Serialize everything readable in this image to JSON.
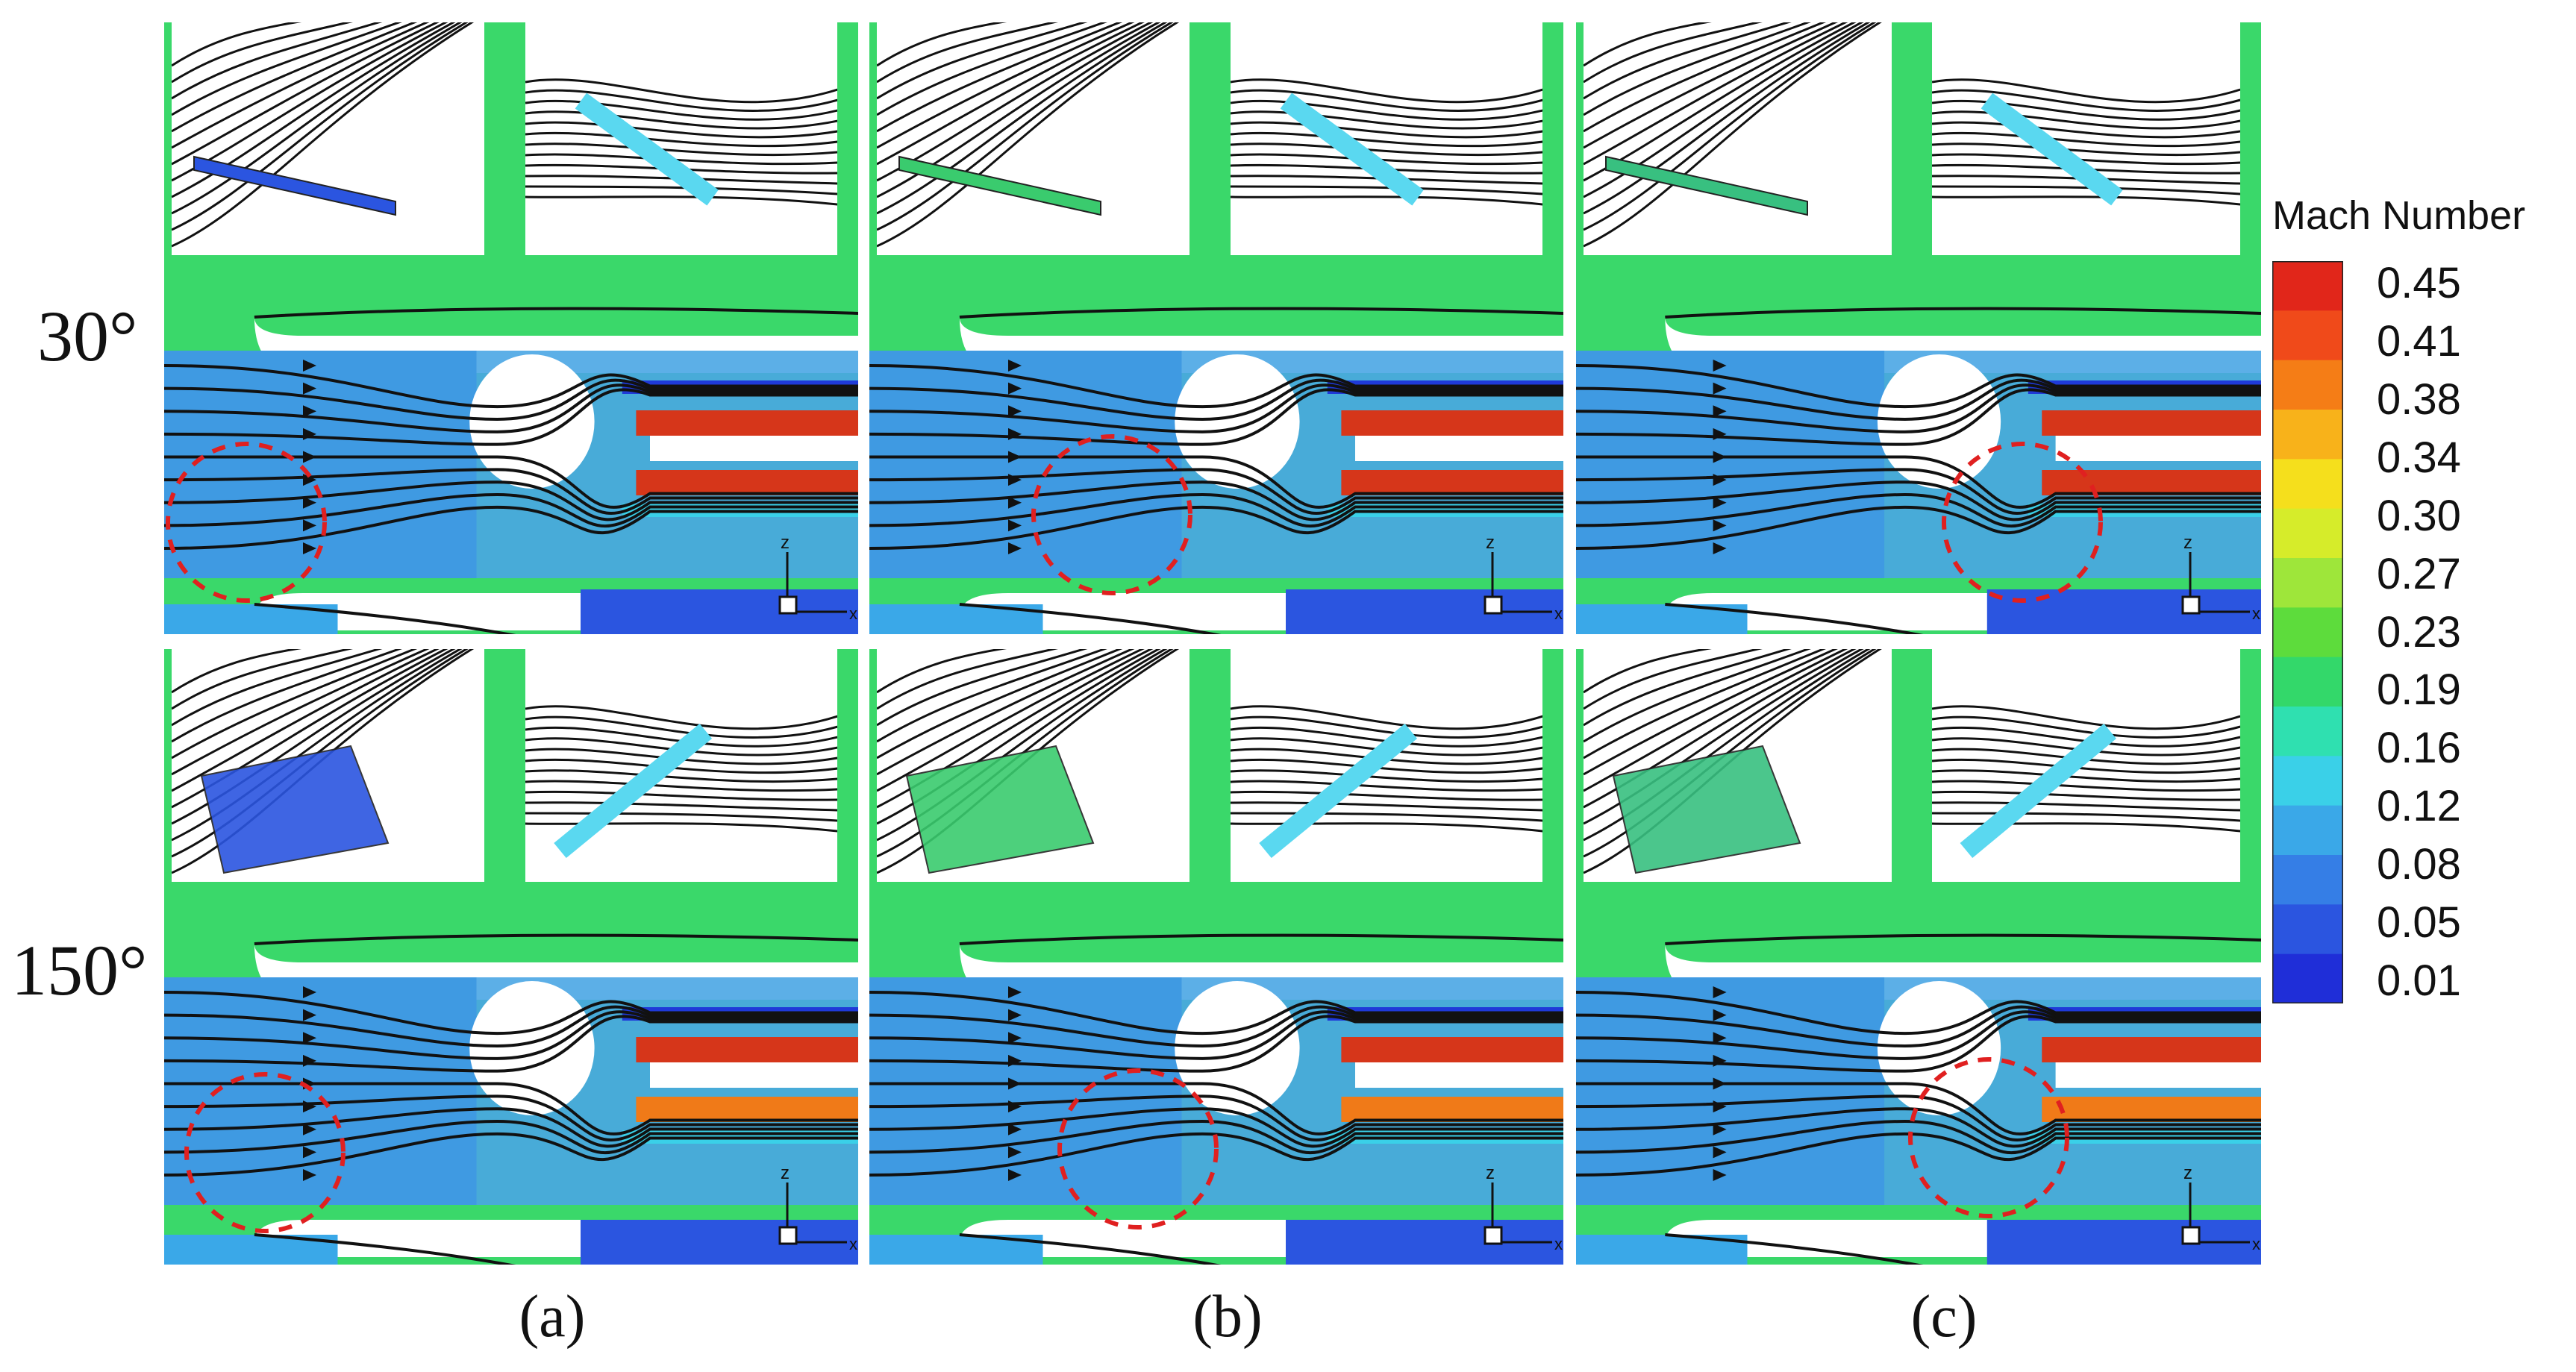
{
  "row_labels": [
    "30°",
    "150°"
  ],
  "col_labels": [
    "(a)",
    "(b)",
    "(c)"
  ],
  "legend": {
    "title": "Mach Number",
    "ticks": [
      "0.45",
      "0.41",
      "0.38",
      "0.34",
      "0.30",
      "0.27",
      "0.23",
      "0.19",
      "0.16",
      "0.12",
      "0.08",
      "0.05",
      "0.01"
    ],
    "colors": [
      "#e1261a",
      "#f04a1a",
      "#f57d16",
      "#f8b21a",
      "#f5df1c",
      "#d6ec2a",
      "#9ee63a",
      "#5ddc3c",
      "#33d86a",
      "#2fe0b0",
      "#3ad0e8",
      "#3aa8e8",
      "#357ee6",
      "#2b55e0",
      "#1f2ed8"
    ]
  },
  "axis_glyphs": {
    "z": "z",
    "x": "x"
  }
}
